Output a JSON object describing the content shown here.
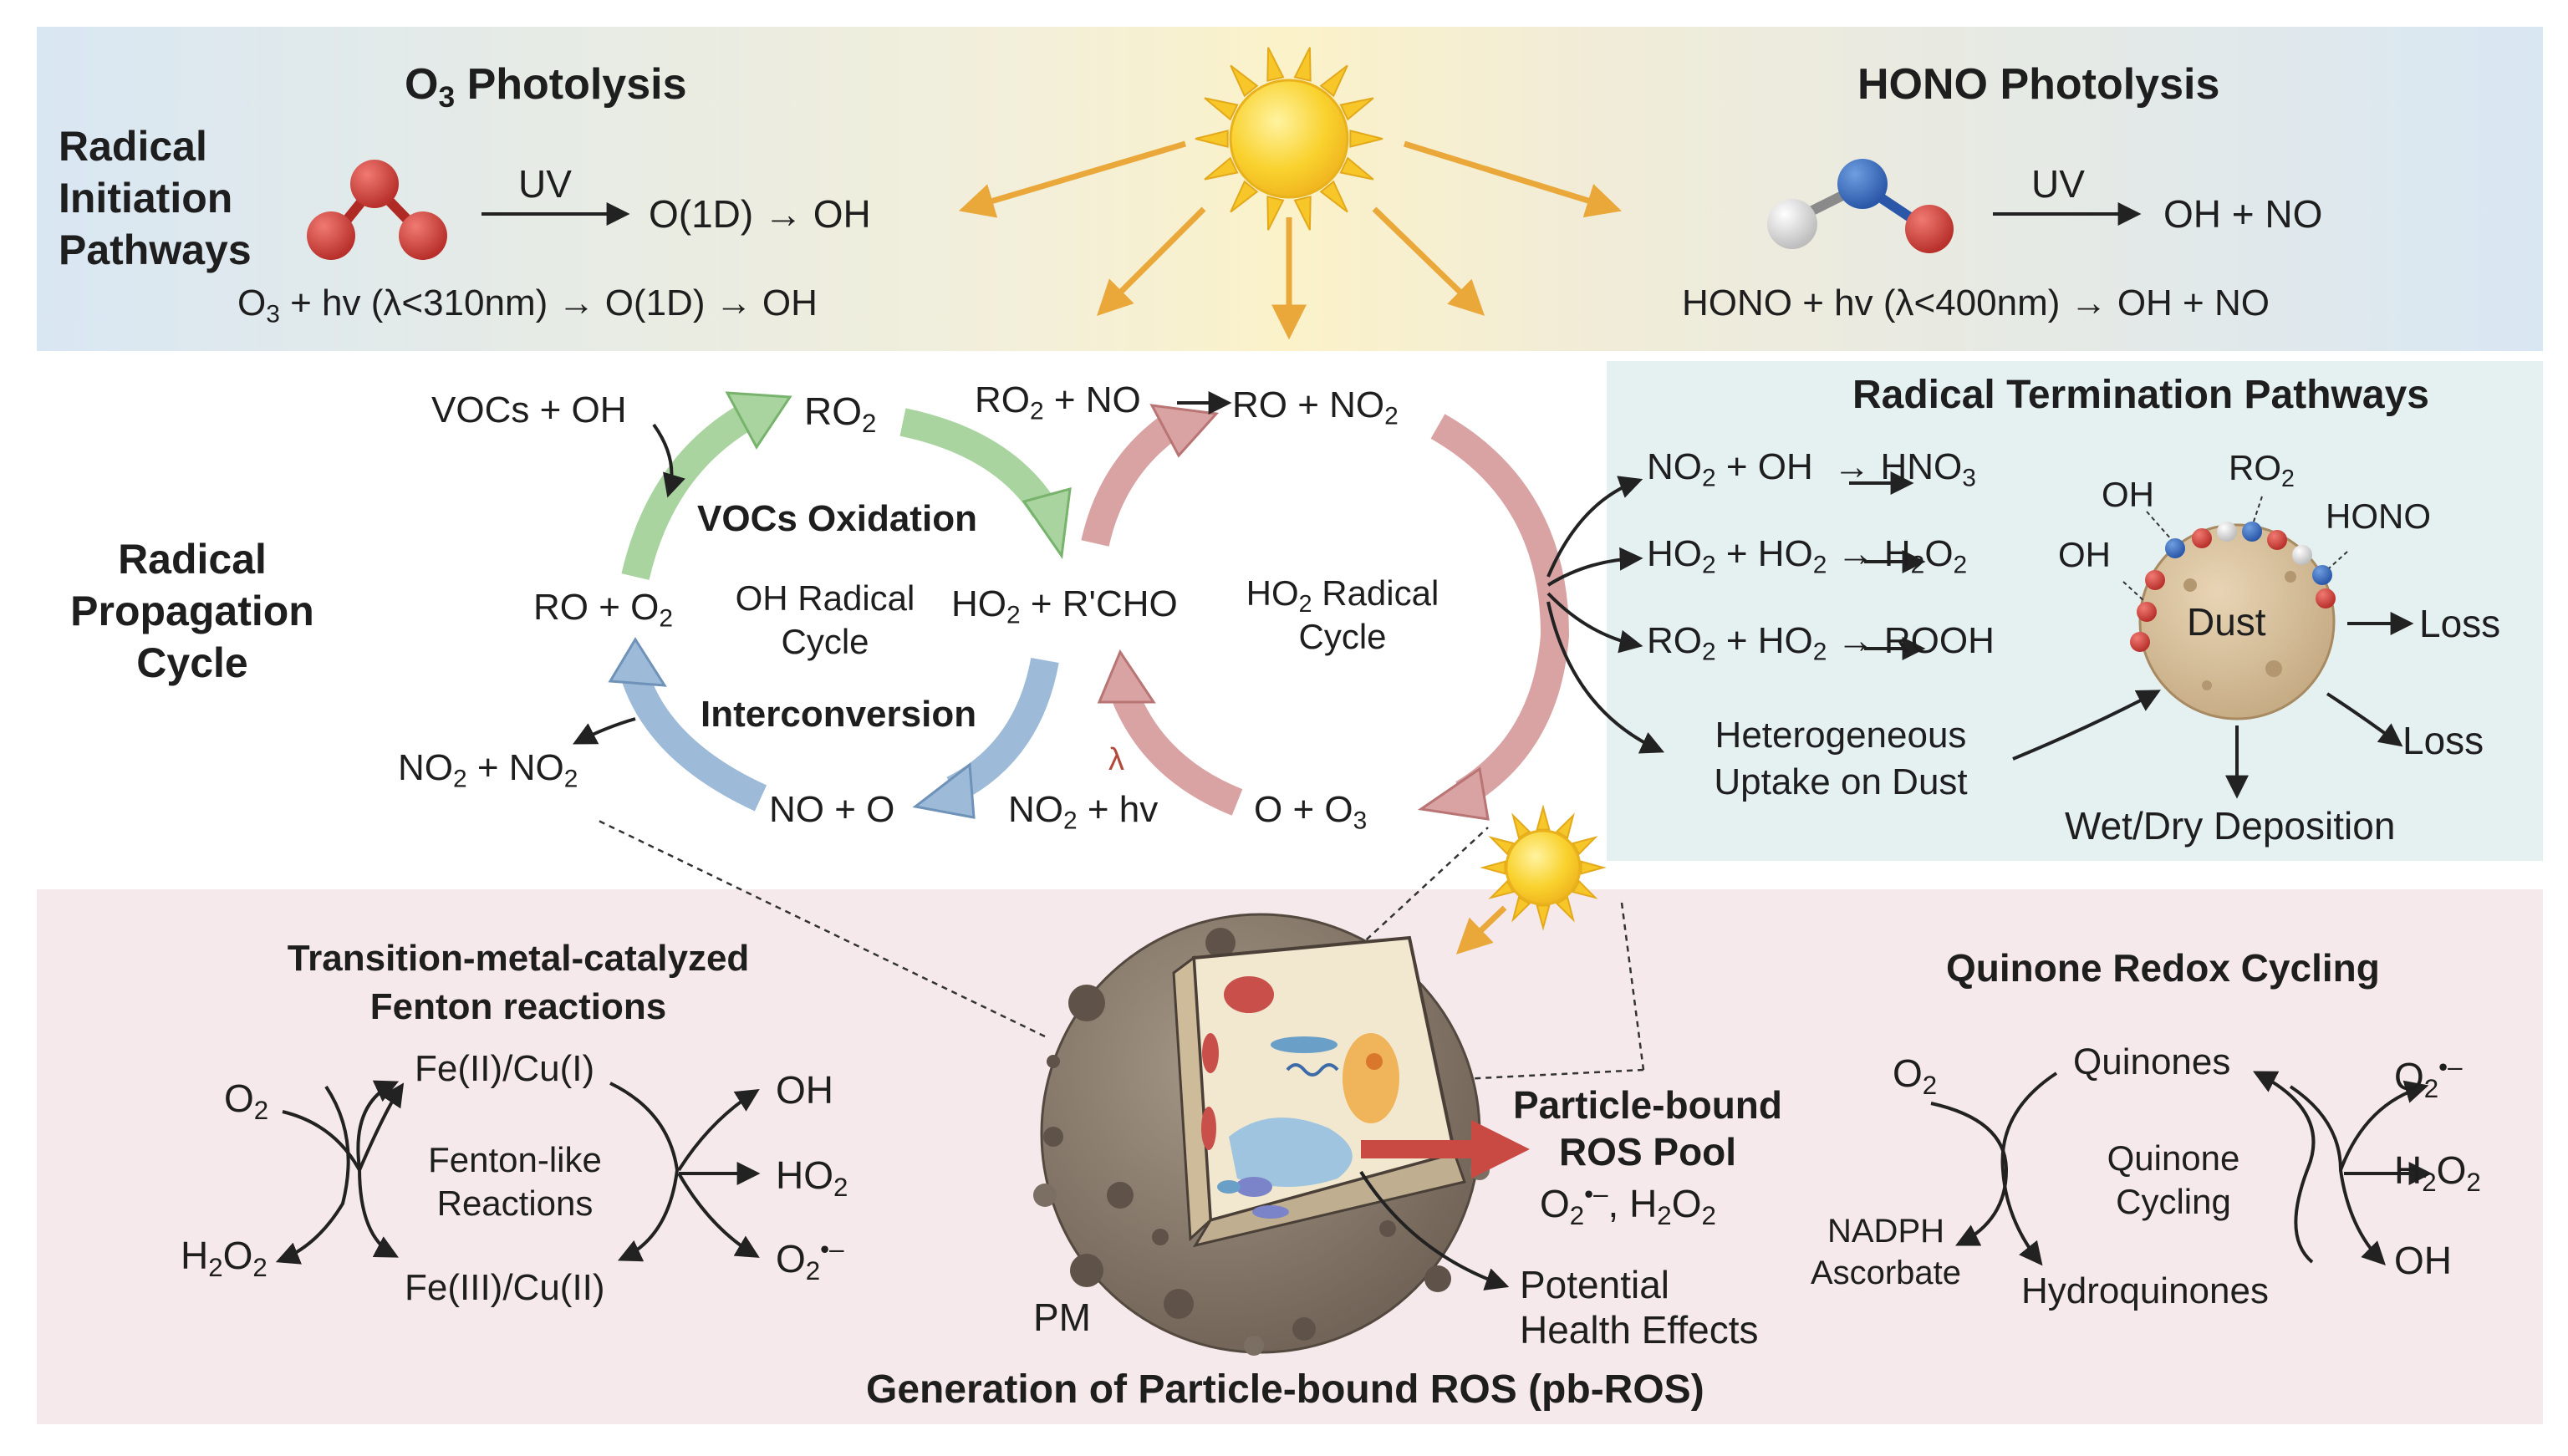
{
  "top": {
    "section_label": "Radical Initiation Pathways",
    "o3_title": "O<sub>3</sub> Photolysis",
    "o3_uv": "UV",
    "o3_product": "O(1D) → OH",
    "o3_equation": "O<sub>3</sub> + hv (λ<310nm) → O(1D) → OH",
    "hono_title": "HONO Photolysis",
    "hono_uv": "UV",
    "hono_product": "OH + NO",
    "hono_equation": "HONO + hv (λ<400nm) → OH + NO"
  },
  "middle": {
    "section_label": "Radical Propagation Cycle",
    "vocs_oh": "VOCs + OH",
    "ro2": "RO<sub>2</sub>",
    "ro2_no": "RO<sub>2</sub> + NO",
    "ro_no2": "RO + NO<sub>2</sub>",
    "vocs_oxidation": "VOCs Oxidation",
    "ro_o2": "RO + O<sub>2</sub>",
    "oh_radical_cycle": "OH Radical<br>Cycle",
    "ho2_rcho": "HO<sub>2</sub> + R'CHO",
    "ho2_radical_cycle": "HO<sub>2</sub> Radical<br>Cycle",
    "interconversion": "Interconversion",
    "no2_no2": "NO<sub>2</sub> + NO<sub>2</sub>",
    "no_o": "NO + O",
    "no2_hv": "NO<sub>2</sub> + hv",
    "o_o3": "O + O<sub>3</sub>",
    "lambda": "λ"
  },
  "termination": {
    "title": "Radical Termination Pathways",
    "reactions": [
      "NO<sub>2</sub> + OH &nbsp;→ HNO<sub>3</sub>",
      "HO<sub>2</sub> + HO<sub>2</sub> → H<sub>2</sub>O<sub>2</sub>",
      "RO<sub>2</sub> + HO<sub>2</sub> → ROOH"
    ],
    "uptake": "Heterogeneous<br>Uptake on Dust",
    "dust": "Dust",
    "oh_a": "OH",
    "oh_b": "OH",
    "ro2": "RO<sub>2</sub>",
    "hono": "HONO",
    "loss_1": "Loss",
    "loss_2": "Loss",
    "deposition": "Wet/Dry Deposition"
  },
  "bottom": {
    "fenton_title": "Transition-metal-catalyzed<br>Fenton reactions",
    "fe2": "Fe(II)/Cu(I)",
    "fe3": "Fe(III)/Cu(II)",
    "o2": "O<sub>2</sub>",
    "h2o2_in": "H<sub>2</sub>O<sub>2</sub>",
    "fenton_like": "Fenton-like<br>Reactions",
    "out_oh": "OH",
    "out_ho2": "HO<sub>2</sub>",
    "out_o2": "O<sub>2</sub><sup>•–</sup>",
    "pm": "PM",
    "pool_title": "Particle-bound<br>ROS Pool",
    "pool_species": "O<sub>2</sub><sup>•–</sup>, H<sub>2</sub>O<sub>2</sub>",
    "health": "Potential<br>Health Effects",
    "pbros_title": "Generation of Particle-bound ROS (pb-ROS)",
    "quinone_title": "Quinone Redox Cycling",
    "q_o2": "O<sub>2</sub>",
    "quinones": "Quinones",
    "quinone_cycling": "Quinone<br>Cycling",
    "nadph": "NADPH<br>Ascorbate",
    "hydroquinones": "Hydroquinones",
    "q_out_o2": "O<sub>2</sub><sup>•–</sup>",
    "q_out_h2o2": "H<sub>2</sub>O<sub>2</sub>",
    "q_out_oh": "OH"
  },
  "colors": {
    "top_bg": "#dfeaf4",
    "term_bg": "#e6f1f2",
    "bottom_bg": "#f5e9ec",
    "green_arrow": "#a9d4a0",
    "blue_arrow": "#9dbbd8",
    "red_arrow": "#d9a3a3",
    "sun": "#f7c72a",
    "ray": "#ecae3a"
  }
}
